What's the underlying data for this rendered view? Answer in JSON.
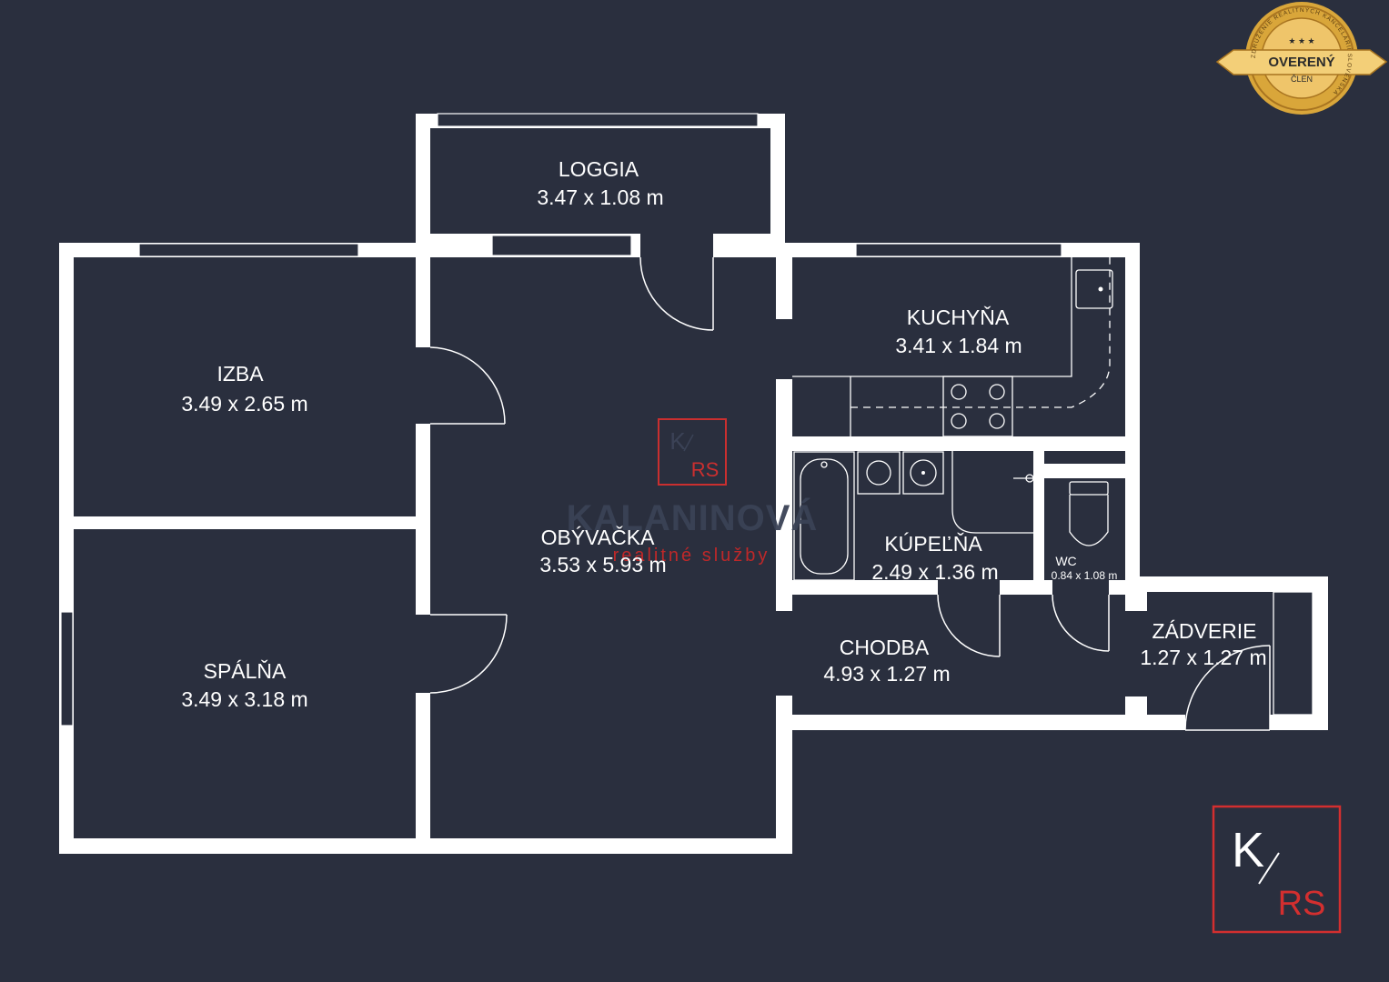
{
  "rooms": {
    "loggia": {
      "name": "LOGGIA",
      "dims": "3.47 x 1.08 m"
    },
    "izba": {
      "name": "IZBA",
      "dims": "3.49 x 2.65 m"
    },
    "obyvacka": {
      "name": "OBÝVAČKA",
      "dims": "3.53 x 5.93 m"
    },
    "kuchyna": {
      "name": "KUCHYŇA",
      "dims": "3.41 x 1.84 m"
    },
    "kupelna": {
      "name": "KÚPEĽŇA",
      "dims": "2.49 x 1.36 m"
    },
    "wc": {
      "name": "WC",
      "dims": "0.84 x 1.08 m"
    },
    "chodba": {
      "name": "CHODBA",
      "dims": "4.93 x 1.27 m"
    },
    "zadverie": {
      "name": "ZÁDVERIE",
      "dims": "1.27 x 1.27 m"
    },
    "spalna": {
      "name": "SPÁLŇA",
      "dims": "3.49 x 3.18 m"
    }
  },
  "watermark": {
    "logo_k": "K",
    "logo_rs": "RS",
    "name": "KALANINOVÁ",
    "tagline": "realitné služby"
  },
  "corner_logo": {
    "k": "K",
    "rs": "RS"
  },
  "badge": {
    "main": "OVERENÝ",
    "sub": "ČLEN",
    "ring": "ZDRUŽENIE REALITNÝCH KANCELÁRIÍ SLOVENSKA",
    "stars": "★ ★ ★"
  },
  "colors": {
    "background": "#2a2f3e",
    "wall": "#ffffff",
    "accent": "#d32f2f",
    "badge_gold": "#d9a63a"
  }
}
